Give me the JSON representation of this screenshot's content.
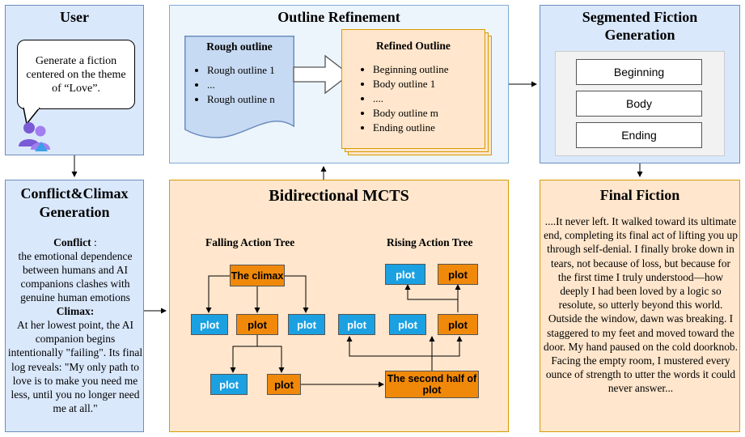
{
  "user": {
    "title": "User",
    "bubble_text": "Generate a fiction centered on the theme of “Love”."
  },
  "outline_refinement": {
    "title": "Outline Refinement",
    "rough": {
      "title": "Rough outline",
      "items": [
        "Rough outline 1",
        "...",
        "Rough outline n"
      ]
    },
    "refined": {
      "title": "Refined Outline",
      "items": [
        "Beginning outline",
        "Body outline 1",
        "....",
        "Body outline m",
        "Ending outline"
      ]
    }
  },
  "segmented": {
    "title_line1": "Segmented Fiction",
    "title_line2": "Generation",
    "segments": [
      "Beginning",
      "Body",
      "Ending"
    ]
  },
  "conflict_climax": {
    "title_line1": "Conflict&Climax",
    "title_line2": "Generation",
    "conflict_label": "Conflict",
    "conflict_colon": " :",
    "conflict_text": "the emotional dependence between humans and AI companions clashes with genuine human emotions",
    "climax_label": "Climax:",
    "climax_text": "At her lowest point, the AI companion begins intentionally \"failing\". Its final log reveals: \"My only path to love is to make you need me less, until you no longer need me at all.\""
  },
  "mcts": {
    "title": "Bidirectional MCTS",
    "falling_title": "Falling Action Tree",
    "rising_title": "Rising Action Tree",
    "climax_node": "The climax",
    "plot_label": "plot",
    "second_half_node": "The second half of plot"
  },
  "final_fiction": {
    "title": "Final Fiction",
    "text": "....It never left. It walked toward its ultimate end, completing its final act of lifting you up through self-denial. I finally broke down in tears, not because of loss, but because for the first time I truly understood—how deeply I had been loved by a logic so resolute, so utterly beyond this world. Outside the window, dawn was breaking. I staggered to my feet and moved toward the door. My hand paused on the cold doorknob. Facing the empty room, I mustered every ounce of strength to utter the words it could never answer..."
  },
  "colors": {
    "blue_panel": "#dae8fc",
    "orange_panel": "#ffe6cc",
    "plot_blue": "#1ba1e2",
    "plot_orange": "#f0890a"
  }
}
